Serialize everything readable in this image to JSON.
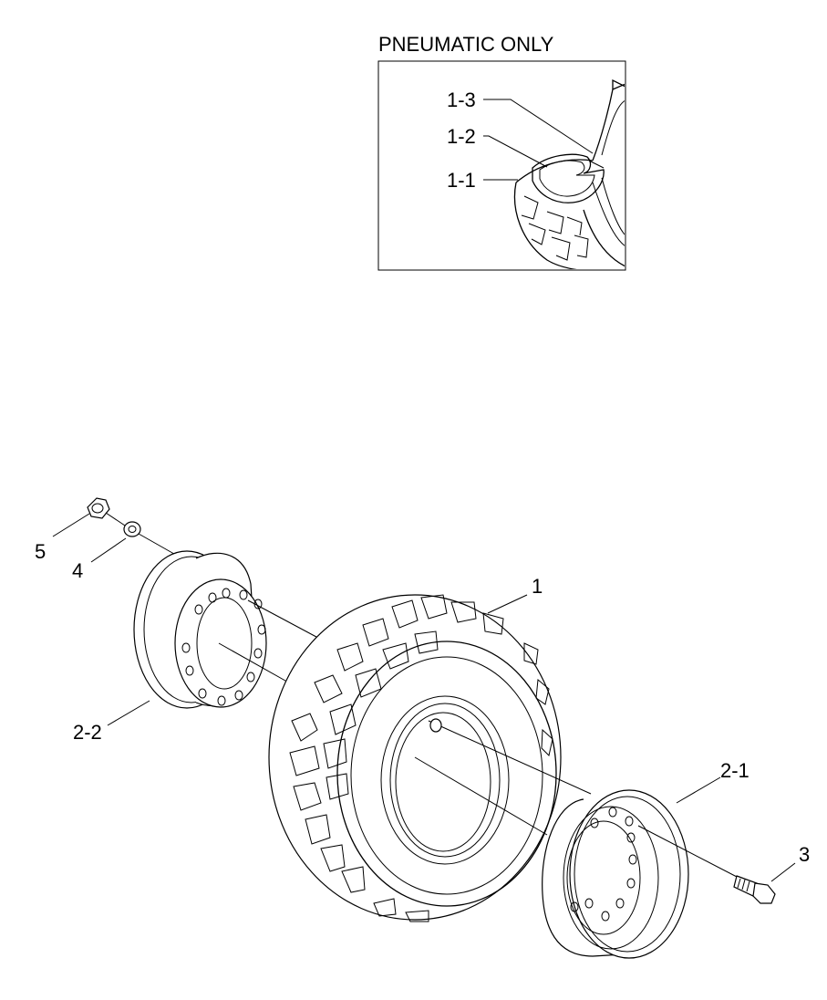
{
  "inset": {
    "title": "PNEUMATIC ONLY",
    "labels": [
      "1-3",
      "1-2",
      "1-1"
    ]
  },
  "callouts": {
    "tire": "1",
    "rim_outer": "2-1",
    "rim_inner": "2-2",
    "bolt": "3",
    "washer": "4",
    "nut": "5"
  }
}
